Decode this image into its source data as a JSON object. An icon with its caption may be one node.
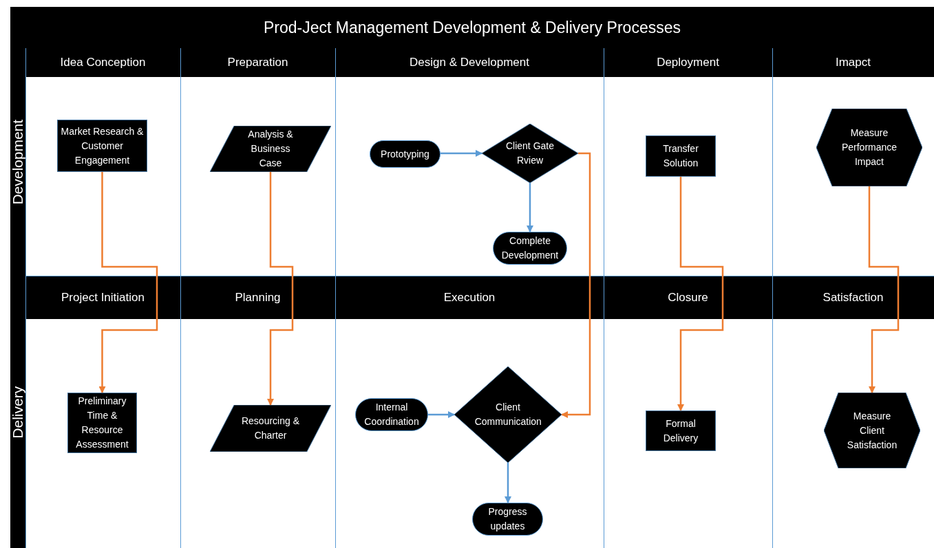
{
  "diagram": {
    "title": "Prod-Ject Management Development & Delivery Processes",
    "nodes": [
      {
        "text": [
          "Development"
        ]
      },
      {
        "text": [
          "Delivery"
        ]
      },
      {
        "text": [
          "Idea Conception"
        ]
      },
      {
        "text": [
          "Preparation"
        ]
      },
      {
        "text": [
          "Design & Development"
        ]
      },
      {
        "text": [
          "Deployment"
        ]
      },
      {
        "text": [
          "Imapct"
        ]
      },
      {
        "text": [
          "Project Initiation"
        ]
      },
      {
        "text": [
          "Planning"
        ]
      },
      {
        "text": [
          "Execution"
        ]
      },
      {
        "text": [
          "Closure"
        ]
      },
      {
        "text": [
          "Satisfaction"
        ]
      },
      {
        "text": [
          "Market Research & Customer Engagement"
        ]
      },
      {
        "text": [
          "Analysis & Business Case"
        ]
      },
      {
        "text": [
          "Prototyping"
        ]
      },
      {
        "text": [
          "Client Gate Rview"
        ]
      },
      {
        "text": [
          "Complete Development"
        ]
      },
      {
        "text": [
          "Transfer Solution"
        ]
      },
      {
        "text": [
          "Measure Performance Impact"
        ]
      },
      {
        "text": [
          "Preliminary Time & Resource Assessment"
        ]
      },
      {
        "text": [
          "Resourcing & Charter"
        ]
      },
      {
        "text": [
          "Internal Coordination"
        ]
      },
      {
        "text": [
          "Client Communication"
        ]
      },
      {
        "text": [
          "Progress updates"
        ]
      },
      {
        "text": [
          "Formal Delivery"
        ]
      },
      {
        "text": [
          "Measure Client Satisfaction"
        ]
      }
    ],
    "edges": [
      {
        "from": 12,
        "to": 19,
        "arrow": "to"
      },
      {
        "from": 13,
        "to": 20,
        "arrow": "to"
      },
      {
        "from": 14,
        "to": 15,
        "arrow": "to",
        "color": "#5b9bd5"
      },
      {
        "from": 15,
        "to": 16,
        "arrow": "to",
        "color": "#5b9bd5"
      },
      {
        "from": 15,
        "to": 22,
        "arrow": "to"
      },
      {
        "from": 17,
        "to": 24,
        "arrow": "to"
      },
      {
        "from": 18,
        "to": 25,
        "arrow": "to"
      },
      {
        "from": 21,
        "to": 22,
        "arrow": "to",
        "color": "#5b9bd5"
      },
      {
        "from": 22,
        "to": 23,
        "arrow": "to",
        "color": "#5b9bd5"
      }
    ]
  }
}
